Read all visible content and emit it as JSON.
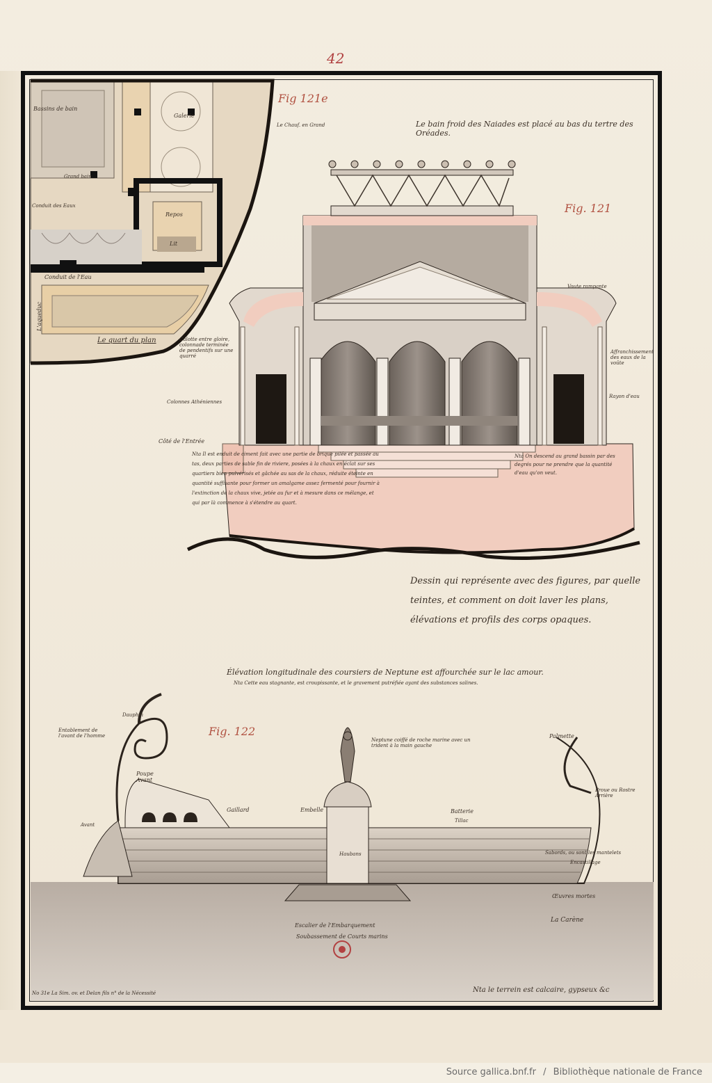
{
  "page": {
    "number": "42"
  },
  "figures": {
    "fig121a": "Fig 121e",
    "fig121": "Fig. 121",
    "fig122": "Fig. 122"
  },
  "plan_labels": {
    "bassins": "Bassins de bain",
    "galerie": "Galerie",
    "chauffoir": "Le Chauf. en Grand",
    "grand_bain": "Grand bain",
    "conduit_eau": "Conduit des Eaux",
    "repos": "Repos",
    "lit": "Lit",
    "conduit": "Conduit de l'Eau",
    "laqueduc": "L'aqueduc",
    "quart": "Le quart du plan"
  },
  "section_labels": {
    "title": "Le bain froid des Naiades est placé au bas du tertre des Oréades.",
    "voute": "Voute rampante",
    "calotte": "Calotte entre gloire, colonnade terminée de pendentifs sur une quarré",
    "colonnes": "Colonnes Athéniennes",
    "cote": "Côté de l'Entrée",
    "rayon": "Rayon d'eau",
    "affranchissement": "Affranchissement des eaux de la voûte",
    "note_left": "Nta Il est enduit de ciment fait avec une partie de brique pilée et passée au tas, deux parties de sable fin de riviere, posées à la chaux en éclat sur ses quartiers bien pulvérisés et gâchée au sas de la chaux, réduite éteinte en quantité suffisante pour former un amalgame assez fermenté pour fournir à l'extinction de la chaux vive, jetée au fur et à mesure dans ce mélange, et qui par là commence à s'étendre au quart.",
    "note_right": "Nta On descend au grand bassin par des degrés pour ne prendre que la quantité d'eau qu'on veut."
  },
  "middle_note": "Dessin qui représente avec des figures, par quelle teintes, et comment on doit laver les plans, élévations et profils des corps opaques.",
  "ship_labels": {
    "title": "Élévation longitudinale des coursiers de Neptune est affourchée sur le lac amour.",
    "subtitle": "Nta Cette eau stagnante, est croupissante, et le gravement putréfiée ayant des substances salines.",
    "dauphin": "Dauphin",
    "entablement": "Entablement de l'avant de l'homme",
    "poupe": "Poupe Avant",
    "avant": "Avant",
    "gaillard": "Gaillard",
    "embelle": "Embelle",
    "neptune": "Neptune coiffé de roche marine avec un trident à la main gauche",
    "palmette": "Palmette",
    "proue": "Proue ou Rostre Arrière",
    "batterie": "Batterie",
    "tillac": "Tillac",
    "haubans": "Haubans",
    "sabords": "Sabords, ou sont les mantelets",
    "encastillage": "Encastillage",
    "oeuvres": "Œuvres mortes",
    "carene": "La Carène",
    "escalier": "Escalier de l'Embarquement",
    "escalier2": "Soubassement de Courts marins"
  },
  "footer": {
    "left": "No 31e La Sim. ov. et Delan fils n° de la Nécessité",
    "right": "Nta le terrein est calcaire, gypseux &c"
  },
  "source": {
    "site": "Source gallica.bnf.fr",
    "sep": "/",
    "library": "Bibliothèque nationale de France"
  },
  "colors": {
    "ink": "#2b231d",
    "wash_pink": "#f0c9bc",
    "wash_grey": "#bdb3a7",
    "frame": "#111111",
    "water": "#c9c0b7",
    "stamp": "#b24141"
  }
}
